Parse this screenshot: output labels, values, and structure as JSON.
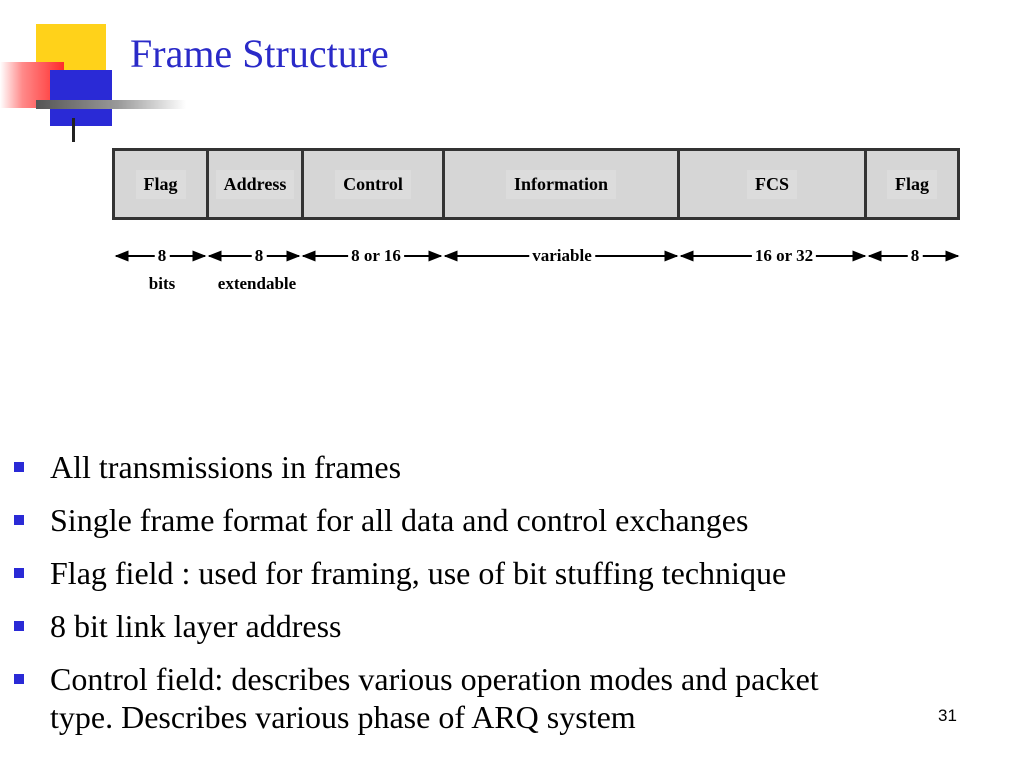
{
  "title": "Frame Structure",
  "frame": {
    "fields": [
      {
        "label": "Flag",
        "size": "8"
      },
      {
        "label": "Address",
        "size": "8"
      },
      {
        "label": "Control",
        "size": "8 or 16"
      },
      {
        "label": "Information",
        "size": "variable"
      },
      {
        "label": "FCS",
        "size": "16 or 32"
      },
      {
        "label": "Flag",
        "size": "8"
      }
    ],
    "sub_labels": [
      "bits",
      "extendable"
    ]
  },
  "bullets": [
    "All transmissions in frames",
    "Single frame format for all data and control exchanges",
    "Flag field : used for framing, use of bit stuffing technique",
    "8 bit link layer address",
    "Control field: describes various operation modes and packet type. Describes various phase of ARQ system"
  ],
  "page_number": "31",
  "colors": {
    "title": "#2a2ac8",
    "bullet": "#2a2ad6",
    "field_bg": "#d6d6d6"
  }
}
